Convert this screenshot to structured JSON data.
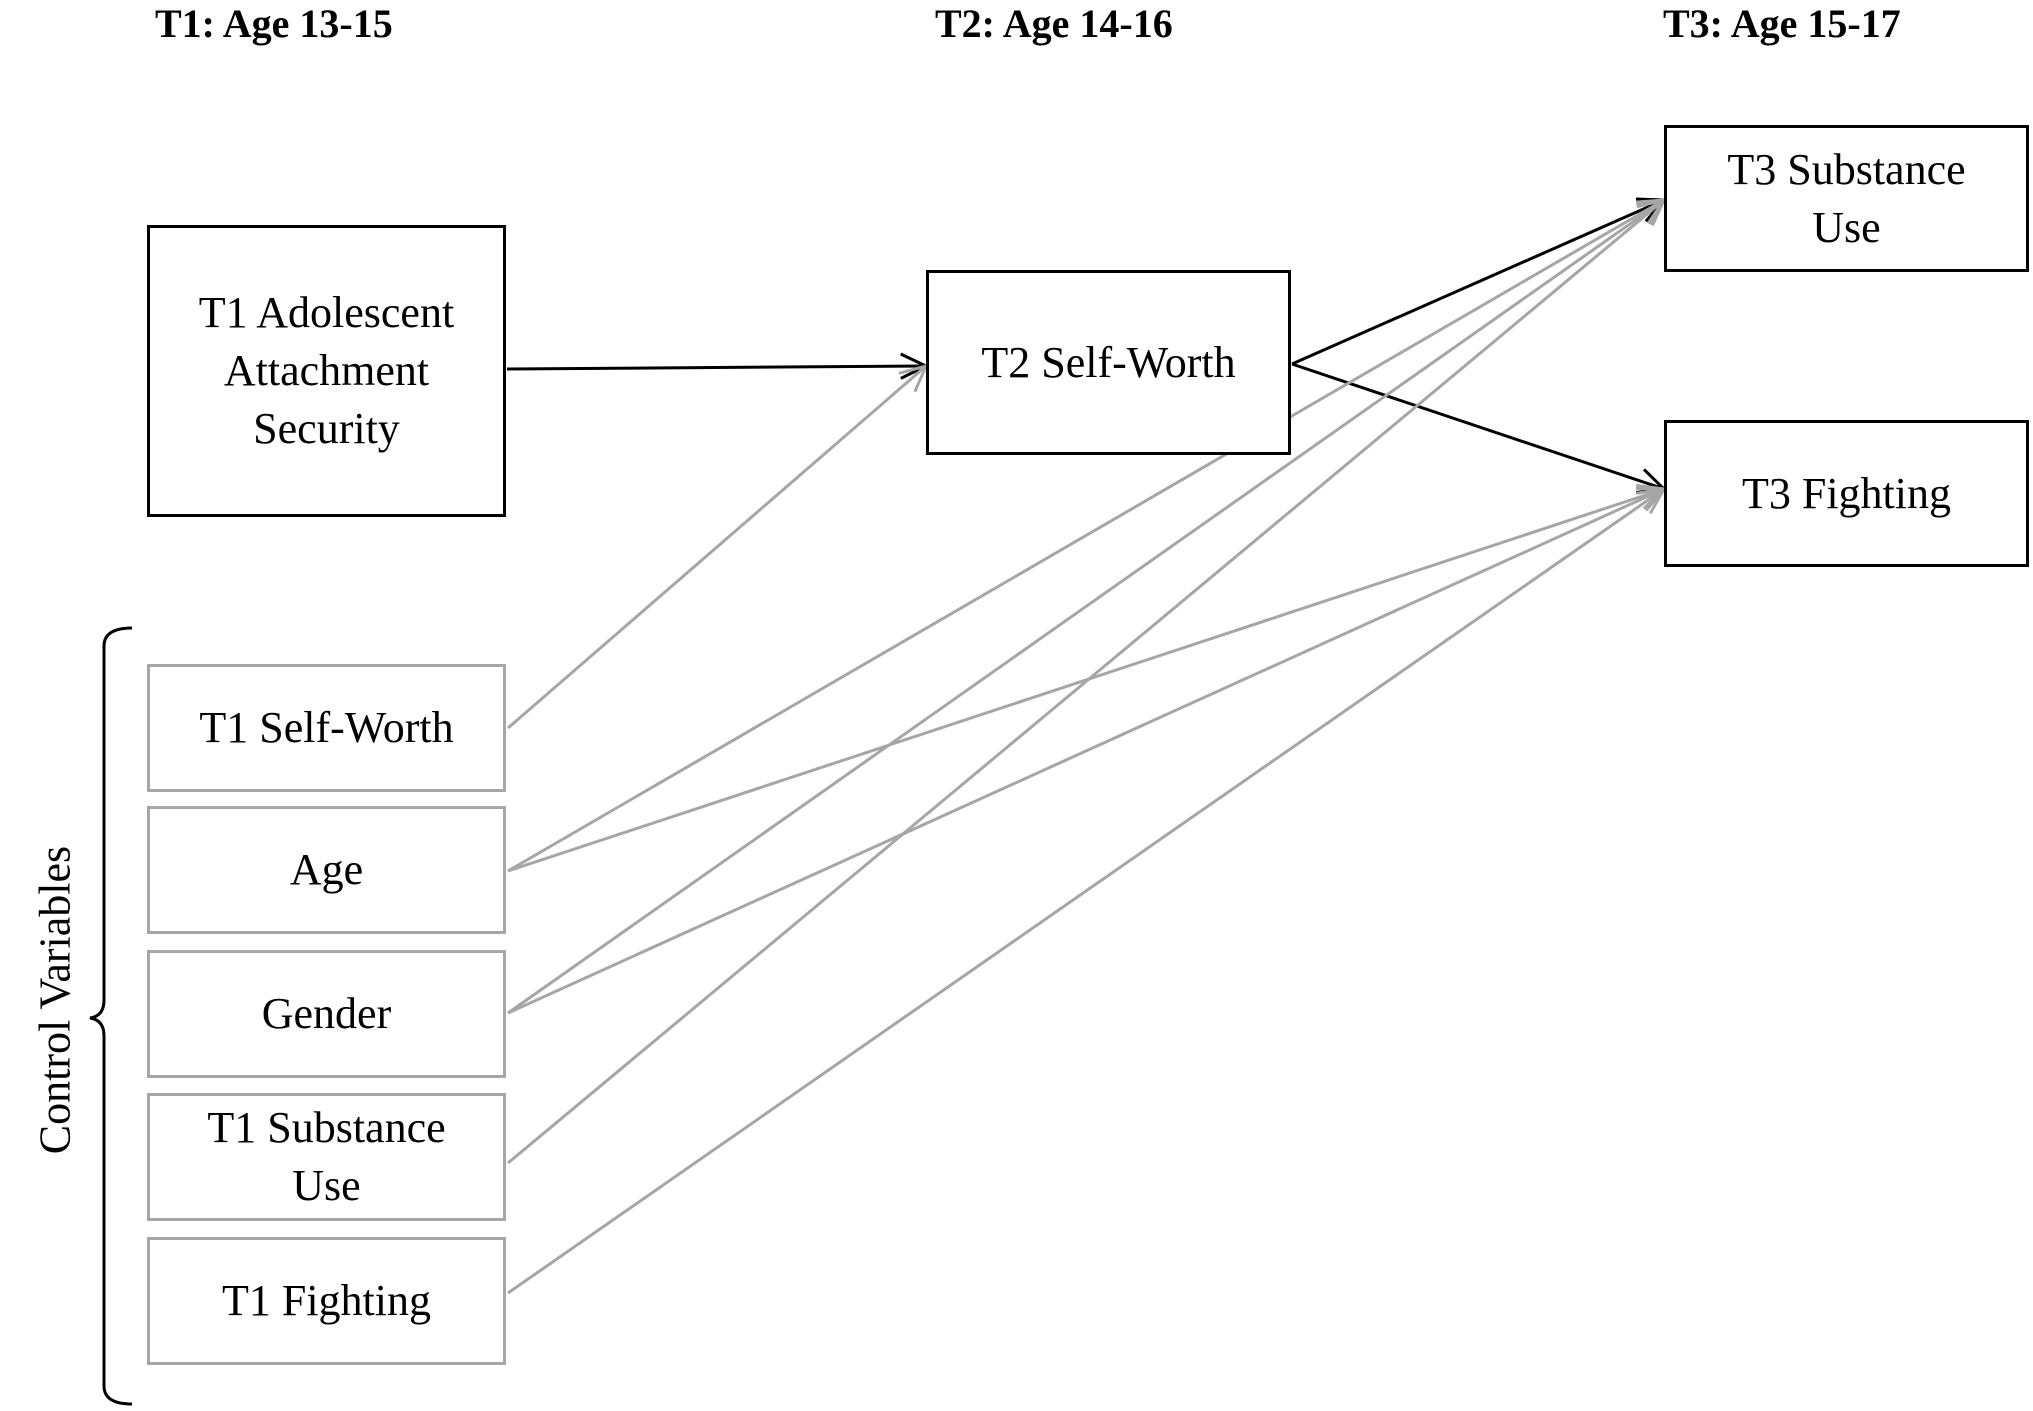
{
  "headers": {
    "t1": "T1:  Age 13-15",
    "t2": "T2:  Age 14-16",
    "t3": "T3:  Age 15-17"
  },
  "nodes": {
    "attachment": "T1 Adolescent\nAttachment\nSecurity",
    "t2_self_worth": "T2 Self-Worth",
    "t3_substance_use": "T3 Substance\nUse",
    "t3_fighting": "T3 Fighting",
    "t1_self_worth": "T1 Self-Worth",
    "age": "Age",
    "gender": "Gender",
    "t1_substance_use": "T1 Substance\nUse",
    "t1_fighting": "T1 Fighting"
  },
  "control_label": "Control Variables",
  "colors": {
    "primary_path": "#000000",
    "control_path": "#a6a6a6"
  },
  "edges": [
    {
      "from": "attachment",
      "to": "t2_self_worth",
      "style": "primary"
    },
    {
      "from": "t2_self_worth",
      "to": "t3_substance_use",
      "style": "primary"
    },
    {
      "from": "t2_self_worth",
      "to": "t3_fighting",
      "style": "primary"
    },
    {
      "from": "t1_self_worth",
      "to": "t2_self_worth",
      "style": "control"
    },
    {
      "from": "age",
      "to": "t3_substance_use",
      "style": "control"
    },
    {
      "from": "age",
      "to": "t3_fighting",
      "style": "control"
    },
    {
      "from": "gender",
      "to": "t3_substance_use",
      "style": "control"
    },
    {
      "from": "gender",
      "to": "t3_fighting",
      "style": "control"
    },
    {
      "from": "t1_substance_use",
      "to": "t3_substance_use",
      "style": "control"
    },
    {
      "from": "t1_fighting",
      "to": "t3_fighting",
      "style": "control"
    }
  ]
}
